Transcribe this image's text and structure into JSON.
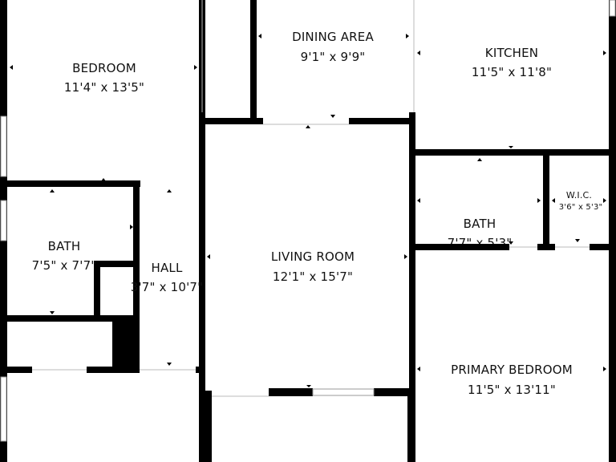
{
  "rooms": {
    "bedroom": {
      "name": "BEDROOM",
      "dim": "11'4\" x 13'5\""
    },
    "dining": {
      "name": "DINING AREA",
      "dim": "9'1\" x 9'9\""
    },
    "kitchen": {
      "name": "KITCHEN",
      "dim": "11'5\" x 11'8\""
    },
    "bath1": {
      "name": "BATH",
      "dim": "7'5\" x 7'7\""
    },
    "hall": {
      "name": "HALL",
      "dim": "3'7\" x 10'7\""
    },
    "living": {
      "name": "LIVING ROOM",
      "dim": "12'1\" x 15'7\""
    },
    "bath2": {
      "name": "BATH",
      "dim": "7'7\" x 5'3\""
    },
    "wic": {
      "name": "W.I.C.",
      "dim": "3'6\" x 5'3\""
    },
    "primary": {
      "name": "PRIMARY BEDROOM",
      "dim": "11'5\" x 13'11\""
    }
  },
  "colors": {
    "wall": "#000000",
    "background": "#ffffff",
    "text": "#111111",
    "window": "#999999"
  }
}
